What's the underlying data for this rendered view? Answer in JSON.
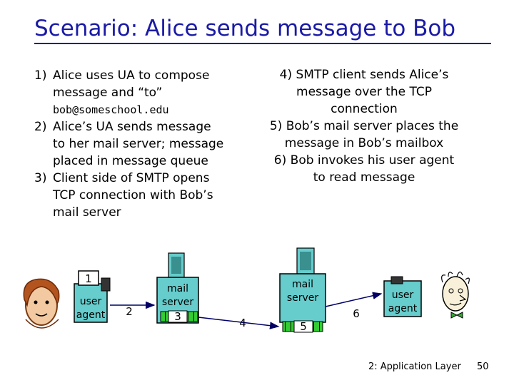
{
  "title": "Scenario: Alice sends message to Bob",
  "left_steps": [
    {
      "num": "1)",
      "lines": [
        "Alice uses UA to compose",
        "message and “to”"
      ],
      "address": "bob@someschool.edu"
    },
    {
      "num": "2)",
      "lines": [
        "Alice’s UA sends message",
        "to her mail server; message",
        "placed in message queue"
      ]
    },
    {
      "num": "3)",
      "lines": [
        "Client side of SMTP opens",
        "TCP connection with Bob’s",
        "mail server"
      ]
    }
  ],
  "right_steps": [
    {
      "num": "4)",
      "lines": [
        "SMTP client sends Alice’s",
        "message over the TCP",
        "connection"
      ]
    },
    {
      "num": "5)",
      "lines": [
        "Bob’s mail server places the",
        "message in Bob’s mailbox"
      ]
    },
    {
      "num": "6)",
      "lines": [
        "Bob invokes his user agent",
        "to read message"
      ]
    }
  ],
  "diagram": {
    "alice_user_agent": {
      "step": "1",
      "label_line1": "user",
      "label_line2": "agent"
    },
    "alice_mail_server": {
      "label_line1": "mail",
      "label_line2": "server",
      "queue_step": "3"
    },
    "bob_mail_server": {
      "label_line1": "mail",
      "label_line2": "server",
      "mailbox_step": "5"
    },
    "bob_user_agent": {
      "label_line1": "user",
      "label_line2": "agent"
    },
    "arrow_labels": {
      "ua_to_server": "2",
      "server_to_server": "4",
      "server_to_ua": "6"
    }
  },
  "colors": {
    "title": "#1a1aa6",
    "queue_green": "#33cc33",
    "server_teal": "#66cccc",
    "arrow": "#000066"
  },
  "footer": {
    "chapter": "2: Application Layer",
    "page": "50"
  }
}
